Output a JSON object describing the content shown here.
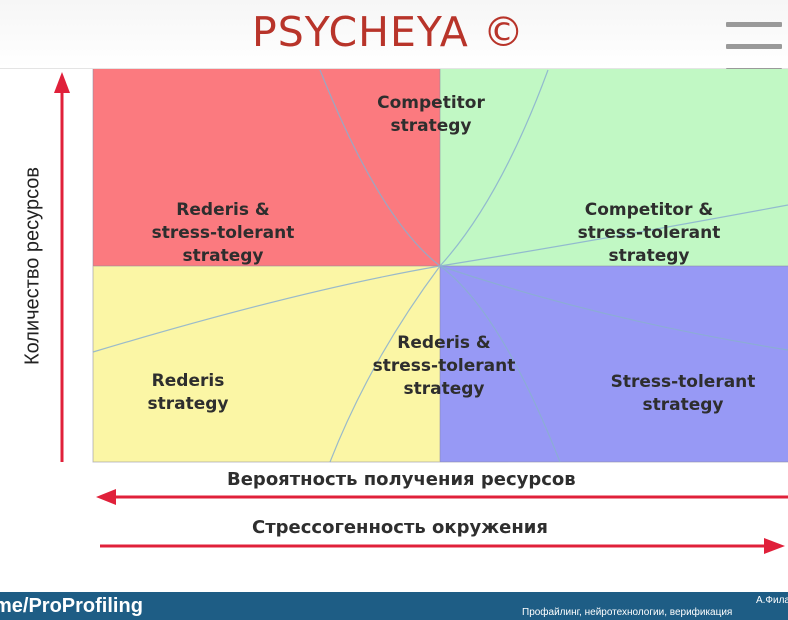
{
  "brand": {
    "title": "PSYCHEYA ©"
  },
  "diagram": {
    "y_axis_label": "Количество ресурсов",
    "x_axis_label_1": "Вероятность получения ресурсов",
    "x_axis_label_2": "Стрессогенность окружения",
    "quadrants": {
      "top_left": {
        "color": "#fb7a7f"
      },
      "top_right": {
        "color": "#c1f8c4"
      },
      "bottom_left": {
        "color": "#fbf6a5"
      },
      "bottom_right": {
        "color": "#9799f5"
      }
    },
    "labels": {
      "competitor": "Competitor\nstrategy",
      "rederis_stress_top": "Rederis &\nstress-tolerant\nstrategy",
      "competitor_stress": "Competitor &\nstress-tolerant\nstrategy",
      "rederis": "Rederis\nstrategy",
      "rederis_stress_center": "Rederis &\nstress-tolerant\nstrategy",
      "stress_tolerant": "Stress-tolerant\nstrategy"
    },
    "arrow_color": "#e0203a"
  },
  "footer": {
    "channel": "me/ProProfiling",
    "author": "А.Фила",
    "tagline": "Профайлинг, нейротехнологии, верификация"
  }
}
